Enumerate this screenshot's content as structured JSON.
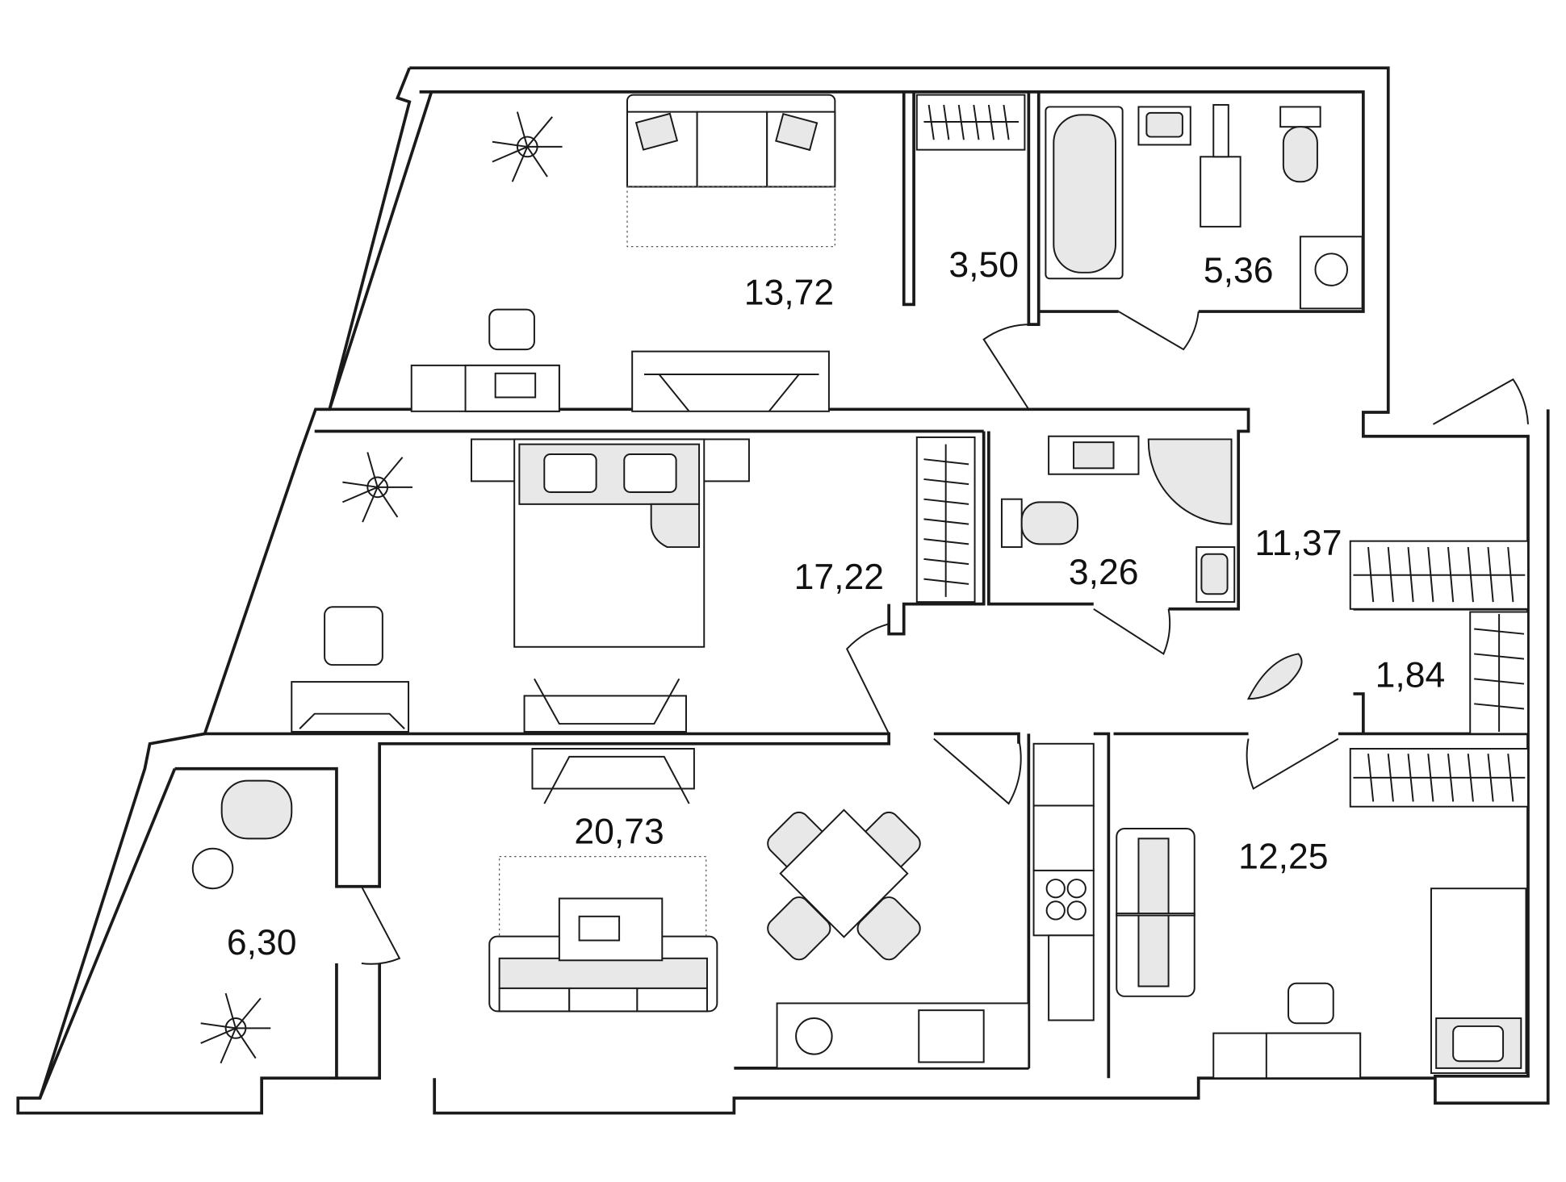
{
  "plan": {
    "rooms": [
      {
        "id": "living-top",
        "area": "13,72"
      },
      {
        "id": "closet-top",
        "area": "3,50"
      },
      {
        "id": "bathroom-top",
        "area": "5,36"
      },
      {
        "id": "bedroom",
        "area": "17,22"
      },
      {
        "id": "bathroom-middle",
        "area": "3,26"
      },
      {
        "id": "hall",
        "area": "11,37"
      },
      {
        "id": "storage",
        "area": "1,84"
      },
      {
        "id": "kitchen-living",
        "area": "20,73"
      },
      {
        "id": "bedroom-right",
        "area": "12,25"
      },
      {
        "id": "balcony",
        "area": "6,30"
      }
    ],
    "colors": {
      "wall": "#1a1a1a",
      "furniture_fill": "#e8e8e8",
      "background": "#ffffff"
    }
  }
}
